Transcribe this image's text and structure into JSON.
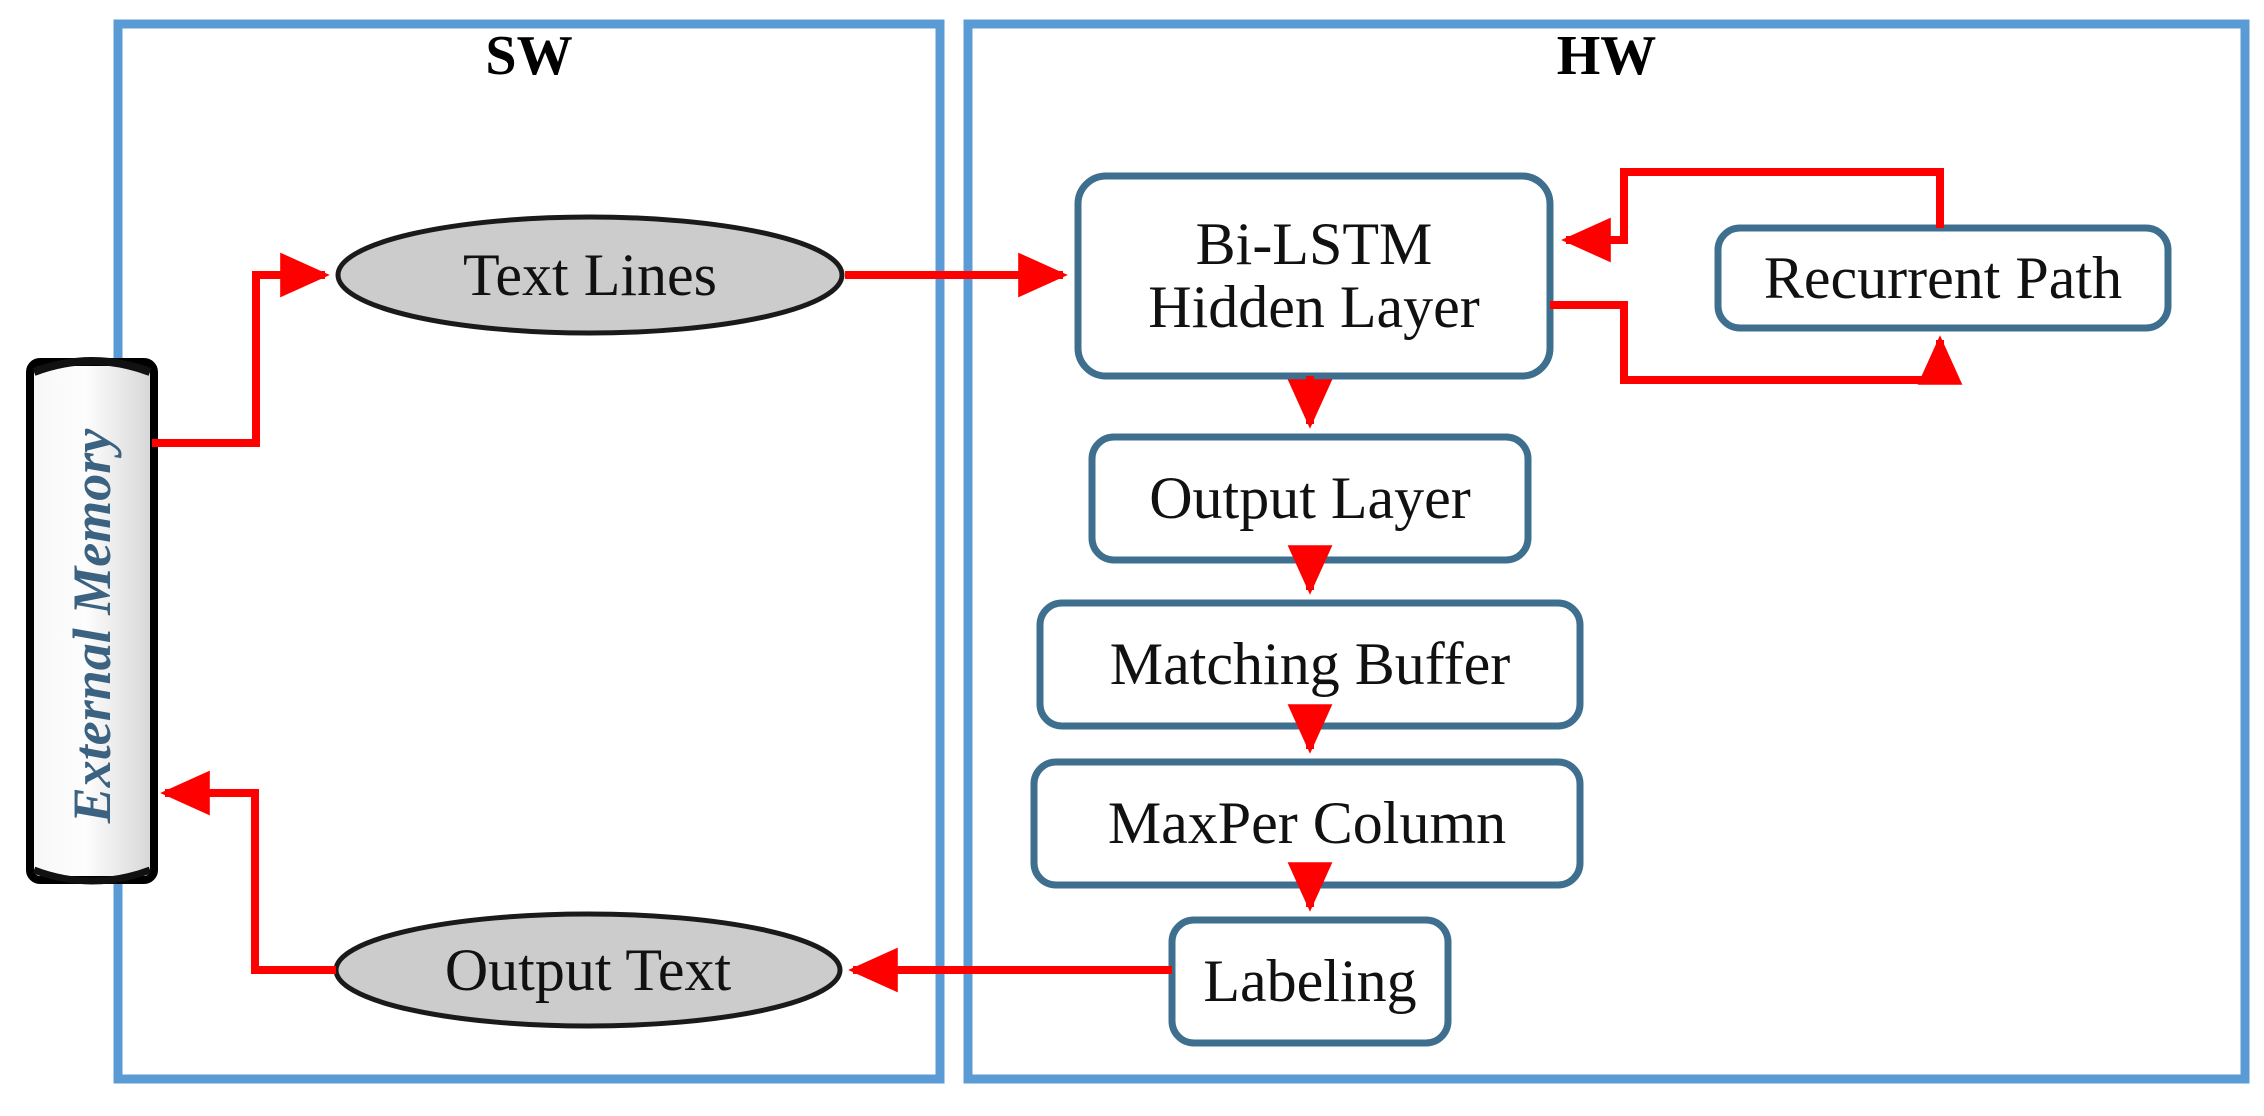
{
  "diagram": {
    "title_sw": "SW",
    "title_hw": "HW",
    "colors": {
      "panel_border": "#5b9bd5",
      "box_border": "#3f6f8f",
      "box_fill": "#ffffff",
      "ellipse_fill": "#cccccc",
      "ellipse_border": "#1a1a1a",
      "arrow": "#ff0000",
      "memory_text": "#3c6281",
      "memory_border": "#000000",
      "text": "#111111"
    }
  },
  "external_memory": {
    "label": "External Memory"
  },
  "sw": {
    "nodes": [
      {
        "id": "text-lines",
        "label": "Text Lines",
        "shape": "ellipse"
      },
      {
        "id": "output-text",
        "label": "Output Text",
        "shape": "ellipse"
      }
    ]
  },
  "hw": {
    "nodes": [
      {
        "id": "bi-lstm-hidden-layer",
        "label": "Bi-LSTM\nHidden Layer",
        "shape": "rounded-rect"
      },
      {
        "id": "recurrent-path",
        "label": "Recurrent Path",
        "shape": "rounded-rect"
      },
      {
        "id": "output-layer",
        "label": "Output Layer",
        "shape": "rounded-rect"
      },
      {
        "id": "matching-buffer",
        "label": "Matching Buffer",
        "shape": "rounded-rect"
      },
      {
        "id": "maxper-column",
        "label": "MaxPer Column",
        "shape": "rounded-rect"
      },
      {
        "id": "labeling",
        "label": "Labeling",
        "shape": "rounded-rect"
      }
    ]
  },
  "edges": [
    {
      "from": "external-memory",
      "to": "text-lines",
      "style": "orthogonal-arrow"
    },
    {
      "from": "text-lines",
      "to": "bi-lstm-hidden-layer",
      "style": "straight-arrow"
    },
    {
      "from": "bi-lstm-hidden-layer",
      "to": "recurrent-path",
      "style": "feedback-loop-down"
    },
    {
      "from": "recurrent-path",
      "to": "bi-lstm-hidden-layer",
      "style": "feedback-loop-up"
    },
    {
      "from": "bi-lstm-hidden-layer",
      "to": "output-layer",
      "style": "straight-arrow"
    },
    {
      "from": "output-layer",
      "to": "matching-buffer",
      "style": "straight-arrow"
    },
    {
      "from": "matching-buffer",
      "to": "maxper-column",
      "style": "straight-arrow"
    },
    {
      "from": "maxper-column",
      "to": "labeling",
      "style": "straight-arrow"
    },
    {
      "from": "labeling",
      "to": "output-text",
      "style": "straight-arrow"
    },
    {
      "from": "output-text",
      "to": "external-memory",
      "style": "orthogonal-arrow"
    }
  ]
}
